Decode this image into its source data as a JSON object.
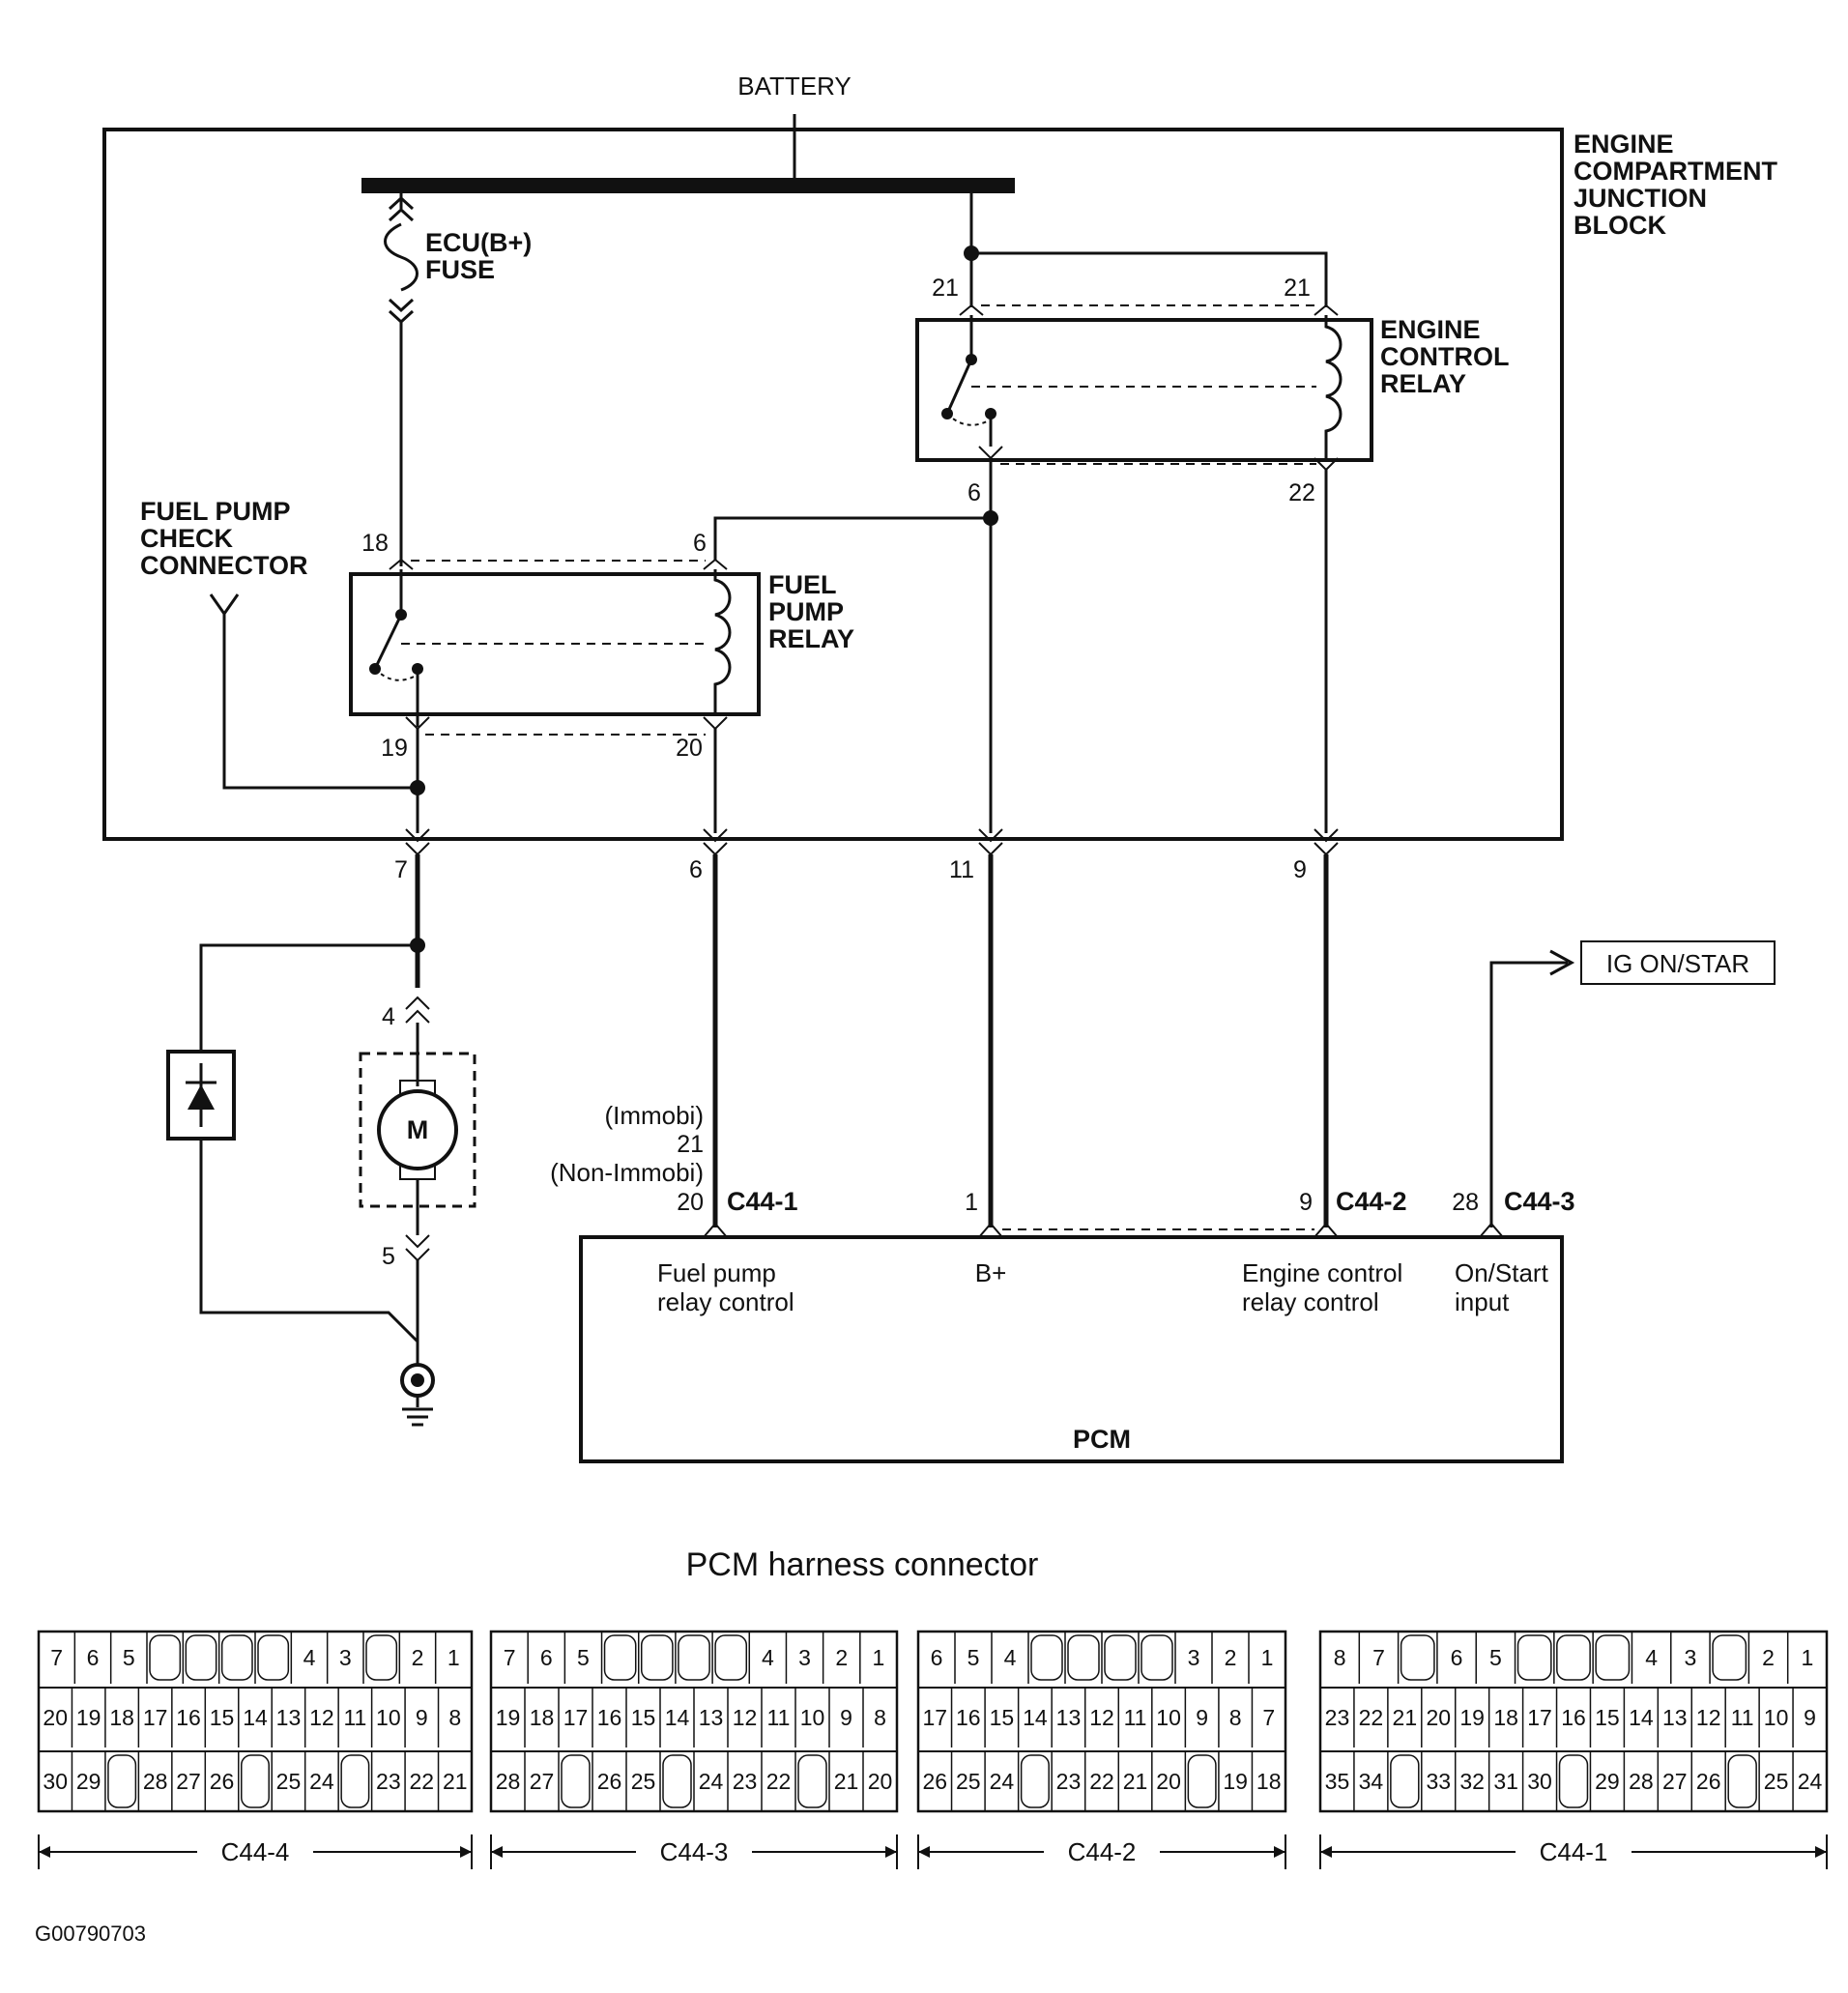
{
  "labels": {
    "battery": "BATTERY",
    "junction_block": [
      "ENGINE",
      "COMPARTMENT",
      "JUNCTION",
      "BLOCK"
    ],
    "fuse": [
      "ECU(B+)",
      "FUSE"
    ],
    "engine_control_relay": [
      "ENGINE",
      "CONTROL",
      "RELAY"
    ],
    "fuel_pump_check_connector": [
      "FUEL PUMP",
      "CHECK",
      "CONNECTOR"
    ],
    "fuel_pump_relay": [
      "FUEL",
      "PUMP",
      "RELAY"
    ],
    "motor": "M",
    "ig_on_start": "IG ON/STAR",
    "pcm": "PCM",
    "immobi": [
      "(Immobi)",
      "21",
      "(Non-Immobi)",
      "20"
    ],
    "fuel_pump_relay_control": [
      "Fuel pump",
      "relay control"
    ],
    "b_plus": "B+",
    "engine_control_relay_control": [
      "Engine control",
      "relay control"
    ],
    "on_start_input": [
      "On/Start",
      "input"
    ],
    "harness_title": "PCM harness connector",
    "figure_id": "G00790703"
  },
  "pins": {
    "ecr_top_left": "21",
    "ecr_top_right": "21",
    "ecr_bottom_left": "6",
    "ecr_bottom_right": "22",
    "fpr_top_left": "18",
    "fpr_top_right": "6",
    "fpr_bottom_left": "19",
    "fpr_bottom_right": "20",
    "jb_out_1": "7",
    "jb_out_2": "6",
    "jb_out_3": "11",
    "jb_out_4": "9",
    "motor_top": "4",
    "motor_bottom": "5",
    "pcm_b_plus": "1",
    "pcm_ecr": "9",
    "pcm_onstart": "28"
  },
  "connector_ids": {
    "c1": "C44-1",
    "c2": "C44-2",
    "c3": "C44-3"
  },
  "harness": [
    {
      "id": "C44-4",
      "rows": [
        [
          "7",
          "6",
          "5",
          "",
          "",
          "",
          "",
          "4",
          "3",
          "",
          "2",
          "1"
        ],
        [
          "20",
          "19",
          "18",
          "17",
          "16",
          "15",
          "14",
          "13",
          "12",
          "11",
          "10",
          "9",
          "8"
        ],
        [
          "30",
          "29",
          "",
          "28",
          "27",
          "26",
          "",
          "25",
          "24",
          "",
          "23",
          "22",
          "21"
        ]
      ]
    },
    {
      "id": "C44-3",
      "rows": [
        [
          "7",
          "6",
          "5",
          "",
          "",
          "",
          "",
          "4",
          "3",
          "2",
          "1"
        ],
        [
          "19",
          "18",
          "17",
          "16",
          "15",
          "14",
          "13",
          "12",
          "11",
          "10",
          "9",
          "8"
        ],
        [
          "28",
          "27",
          "",
          "26",
          "25",
          "",
          "24",
          "23",
          "22",
          "",
          "21",
          "20"
        ]
      ]
    },
    {
      "id": "C44-2",
      "rows": [
        [
          "6",
          "5",
          "4",
          "",
          "",
          "",
          "",
          "3",
          "2",
          "1"
        ],
        [
          "17",
          "16",
          "15",
          "14",
          "13",
          "12",
          "11",
          "10",
          "9",
          "8",
          "7"
        ],
        [
          "26",
          "25",
          "24",
          "",
          "23",
          "22",
          "21",
          "20",
          "",
          "19",
          "18"
        ]
      ]
    },
    {
      "id": "C44-1",
      "rows": [
        [
          "8",
          "7",
          "",
          "6",
          "5",
          "",
          "",
          "",
          "4",
          "3",
          "",
          "2",
          "1"
        ],
        [
          "23",
          "22",
          "21",
          "20",
          "19",
          "18",
          "17",
          "16",
          "15",
          "14",
          "13",
          "12",
          "11",
          "10",
          "9"
        ],
        [
          "35",
          "34",
          "",
          "33",
          "32",
          "31",
          "30",
          "",
          "29",
          "28",
          "27",
          "26",
          "",
          "25",
          "24"
        ]
      ]
    }
  ]
}
